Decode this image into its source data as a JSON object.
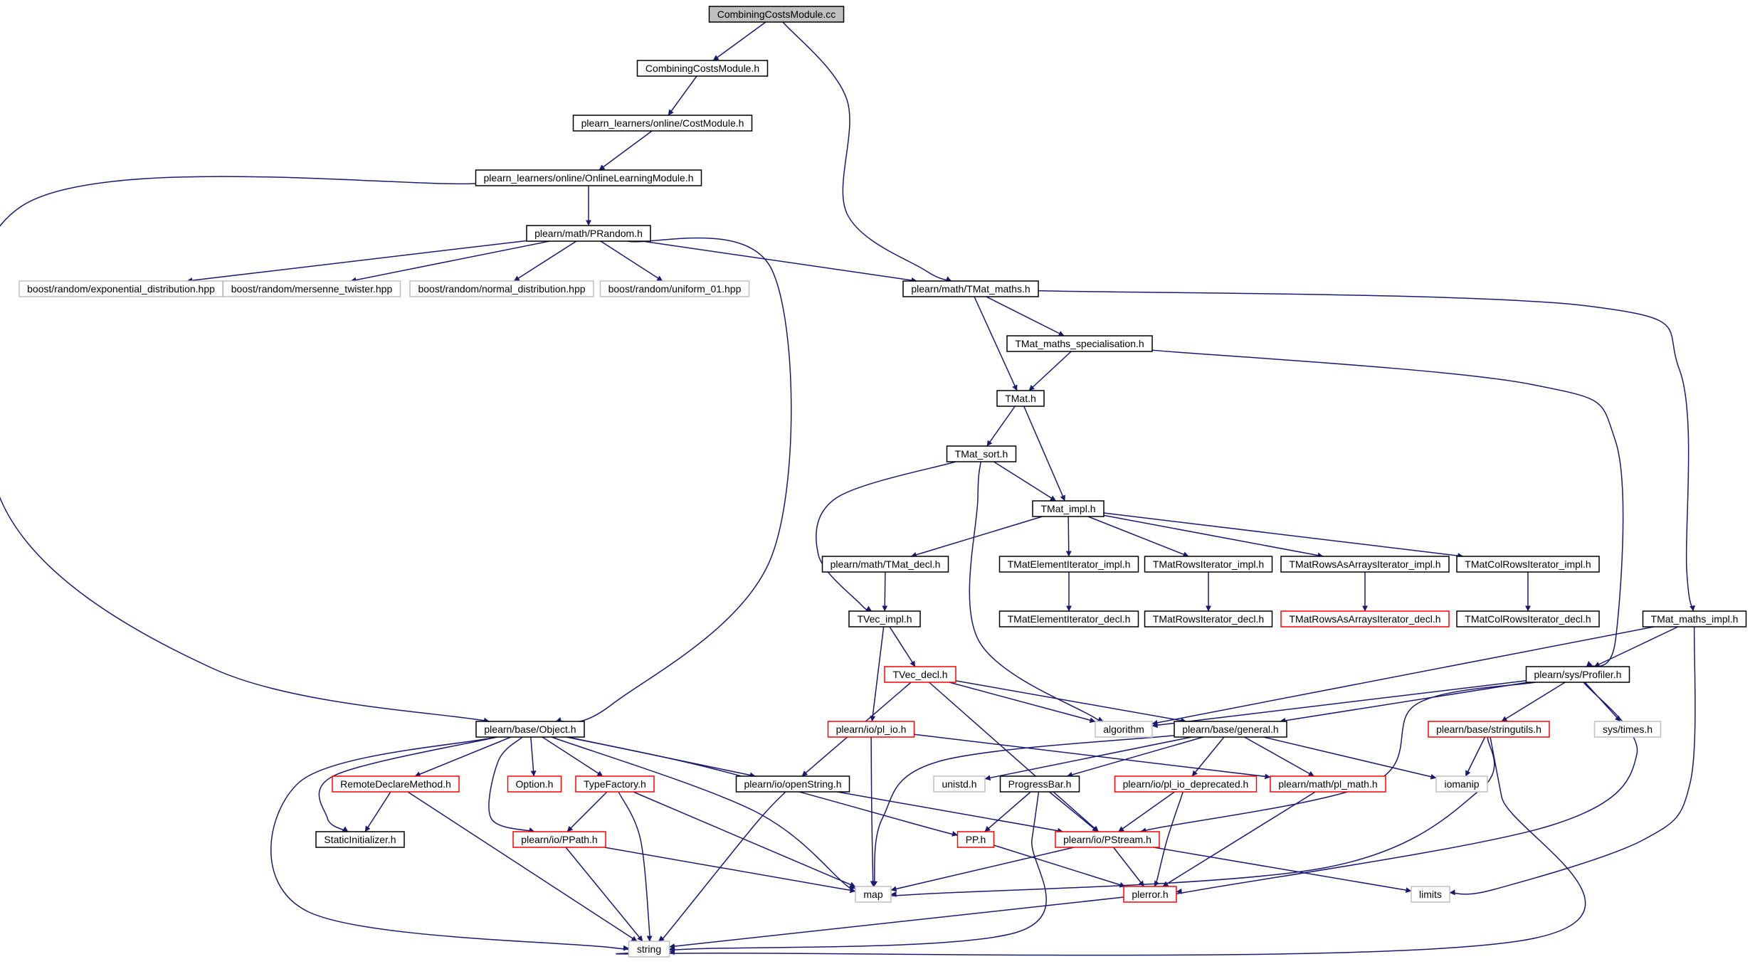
{
  "title": "CombiningCostsModule.cc",
  "colors": {
    "edge": "#191970",
    "border_normal": "#000000",
    "border_truncated": "#ff0000",
    "border_system": "#bfbfbf",
    "root_fill": "#bfbfbf",
    "node_fill": "#ffffff",
    "text": "#000000"
  },
  "nodes": {
    "CombiningCostsModule_cc": {
      "label": "CombiningCostsModule.cc",
      "style": "root"
    },
    "CombiningCostsModule_h": {
      "label": "CombiningCostsModule.h",
      "style": "normal"
    },
    "CostModule_h": {
      "label": "plearn_learners/online/CostModule.h",
      "style": "normal"
    },
    "OnlineLearningModule_h": {
      "label": "plearn_learners/online/OnlineLearningModule.h",
      "style": "normal"
    },
    "PRandom_h": {
      "label": "plearn/math/PRandom.h",
      "style": "normal"
    },
    "exponential_distribution_hpp": {
      "label": "boost/random/exponential_distribution.hpp",
      "style": "system"
    },
    "mersenne_twister_hpp": {
      "label": "boost/random/mersenne_twister.hpp",
      "style": "system"
    },
    "normal_distribution_hpp": {
      "label": "boost/random/normal_distribution.hpp",
      "style": "system"
    },
    "uniform_01_hpp": {
      "label": "boost/random/uniform_01.hpp",
      "style": "system"
    },
    "TMat_maths_h": {
      "label": "plearn/math/TMat_maths.h",
      "style": "normal"
    },
    "TMat_maths_specialisation_h": {
      "label": "TMat_maths_specialisation.h",
      "style": "normal"
    },
    "TMat_h": {
      "label": "TMat.h",
      "style": "normal"
    },
    "TMat_sort_h": {
      "label": "TMat_sort.h",
      "style": "normal"
    },
    "TMat_impl_h": {
      "label": "TMat_impl.h",
      "style": "normal"
    },
    "TMat_decl_h": {
      "label": "plearn/math/TMat_decl.h",
      "style": "normal"
    },
    "TMatElementIterator_impl_h": {
      "label": "TMatElementIterator_impl.h",
      "style": "normal"
    },
    "TMatRowsIterator_impl_h": {
      "label": "TMatRowsIterator_impl.h",
      "style": "normal"
    },
    "TMatRowsAsArraysIterator_impl_h": {
      "label": "TMatRowsAsArraysIterator_impl.h",
      "style": "normal"
    },
    "TMatColRowsIterator_impl_h": {
      "label": "TMatColRowsIterator_impl.h",
      "style": "normal"
    },
    "TVec_impl_h": {
      "label": "TVec_impl.h",
      "style": "normal"
    },
    "TMatElementIterator_decl_h": {
      "label": "TMatElementIterator_decl.h",
      "style": "normal"
    },
    "TMatRowsIterator_decl_h": {
      "label": "TMatRowsIterator_decl.h",
      "style": "normal"
    },
    "TMatRowsAsArraysIterator_decl_h": {
      "label": "TMatRowsAsArraysIterator_decl.h",
      "style": "truncated"
    },
    "TMatColRowsIterator_decl_h": {
      "label": "TMatColRowsIterator_decl.h",
      "style": "normal"
    },
    "TMat_maths_impl_h": {
      "label": "TMat_maths_impl.h",
      "style": "normal"
    },
    "TVec_decl_h": {
      "label": "TVec_decl.h",
      "style": "truncated"
    },
    "Profiler_h": {
      "label": "plearn/sys/Profiler.h",
      "style": "normal"
    },
    "Object_h": {
      "label": "plearn/base/Object.h",
      "style": "normal"
    },
    "pl_io_h": {
      "label": "plearn/io/pl_io.h",
      "style": "truncated"
    },
    "algorithm": {
      "label": "algorithm",
      "style": "system"
    },
    "general_h": {
      "label": "plearn/base/general.h",
      "style": "normal"
    },
    "stringutils_h": {
      "label": "plearn/base/stringutils.h",
      "style": "truncated"
    },
    "sys_times_h": {
      "label": "sys/times.h",
      "style": "system"
    },
    "RemoteDeclareMethod_h": {
      "label": "RemoteDeclareMethod.h",
      "style": "truncated"
    },
    "Option_h": {
      "label": "Option.h",
      "style": "truncated"
    },
    "TypeFactory_h": {
      "label": "TypeFactory.h",
      "style": "truncated"
    },
    "openString_h": {
      "label": "plearn/io/openString.h",
      "style": "normal"
    },
    "unistd_h": {
      "label": "unistd.h",
      "style": "system"
    },
    "ProgressBar_h": {
      "label": "ProgressBar.h",
      "style": "normal"
    },
    "pl_io_deprecated_h": {
      "label": "plearn/io/pl_io_deprecated.h",
      "style": "truncated"
    },
    "pl_math_h": {
      "label": "plearn/math/pl_math.h",
      "style": "truncated"
    },
    "iomanip": {
      "label": "iomanip",
      "style": "system"
    },
    "StaticInitializer_h": {
      "label": "StaticInitializer.h",
      "style": "normal"
    },
    "PPath_h": {
      "label": "plearn/io/PPath.h",
      "style": "truncated"
    },
    "PP_h": {
      "label": "PP.h",
      "style": "truncated"
    },
    "PStream_h": {
      "label": "plearn/io/PStream.h",
      "style": "truncated"
    },
    "map": {
      "label": "map",
      "style": "system"
    },
    "limits": {
      "label": "limits",
      "style": "system"
    },
    "plerror_h": {
      "label": "plerror.h",
      "style": "truncated"
    },
    "string": {
      "label": "string",
      "style": "system"
    }
  },
  "edges": [
    [
      "CombiningCostsModule_cc",
      "CombiningCostsModule_h"
    ],
    [
      "CombiningCostsModule_cc",
      "TMat_maths_h"
    ],
    [
      "CombiningCostsModule_h",
      "CostModule_h"
    ],
    [
      "CostModule_h",
      "OnlineLearningModule_h"
    ],
    [
      "OnlineLearningModule_h",
      "PRandom_h"
    ],
    [
      "OnlineLearningModule_h",
      "Object_h"
    ],
    [
      "PRandom_h",
      "exponential_distribution_hpp"
    ],
    [
      "PRandom_h",
      "mersenne_twister_hpp"
    ],
    [
      "PRandom_h",
      "normal_distribution_hpp"
    ],
    [
      "PRandom_h",
      "uniform_01_hpp"
    ],
    [
      "PRandom_h",
      "TMat_maths_h"
    ],
    [
      "PRandom_h",
      "Object_h"
    ],
    [
      "TMat_maths_h",
      "TMat_maths_specialisation_h"
    ],
    [
      "TMat_maths_h",
      "TMat_h"
    ],
    [
      "TMat_maths_h",
      "TMat_maths_impl_h"
    ],
    [
      "TMat_maths_specialisation_h",
      "TMat_h"
    ],
    [
      "TMat_maths_specialisation_h",
      "Profiler_h"
    ],
    [
      "TMat_h",
      "TMat_sort_h"
    ],
    [
      "TMat_h",
      "TMat_impl_h"
    ],
    [
      "TMat_sort_h",
      "TMat_impl_h"
    ],
    [
      "TMat_sort_h",
      "TVec_impl_h"
    ],
    [
      "TMat_sort_h",
      "algorithm"
    ],
    [
      "TMat_impl_h",
      "TMat_decl_h"
    ],
    [
      "TMat_impl_h",
      "TMatElementIterator_impl_h"
    ],
    [
      "TMat_impl_h",
      "TMatRowsIterator_impl_h"
    ],
    [
      "TMat_impl_h",
      "TMatRowsAsArraysIterator_impl_h"
    ],
    [
      "TMat_impl_h",
      "TMatColRowsIterator_impl_h"
    ],
    [
      "TMat_decl_h",
      "TVec_impl_h"
    ],
    [
      "TMatElementIterator_impl_h",
      "TMatElementIterator_decl_h"
    ],
    [
      "TMatRowsIterator_impl_h",
      "TMatRowsIterator_decl_h"
    ],
    [
      "TMatRowsAsArraysIterator_impl_h",
      "TMatRowsAsArraysIterator_decl_h"
    ],
    [
      "TMatColRowsIterator_impl_h",
      "TMatColRowsIterator_decl_h"
    ],
    [
      "TVec_impl_h",
      "TVec_decl_h"
    ],
    [
      "TVec_impl_h",
      "pl_io_h"
    ],
    [
      "TMat_maths_impl_h",
      "Profiler_h"
    ],
    [
      "TMat_maths_impl_h",
      "algorithm"
    ],
    [
      "TMat_maths_impl_h",
      "limits"
    ],
    [
      "TVec_decl_h",
      "algorithm"
    ],
    [
      "TVec_decl_h",
      "general_h"
    ],
    [
      "TVec_decl_h",
      "openString_h"
    ],
    [
      "TVec_decl_h",
      "PStream_h"
    ],
    [
      "Profiler_h",
      "algorithm"
    ],
    [
      "Profiler_h",
      "general_h"
    ],
    [
      "Profiler_h",
      "stringutils_h"
    ],
    [
      "Profiler_h",
      "sys_times_h"
    ],
    [
      "Profiler_h",
      "PStream_h"
    ],
    [
      "Profiler_h",
      "plerror_h"
    ],
    [
      "Object_h",
      "RemoteDeclareMethod_h"
    ],
    [
      "Object_h",
      "Option_h"
    ],
    [
      "Object_h",
      "TypeFactory_h"
    ],
    [
      "Object_h",
      "openString_h"
    ],
    [
      "Object_h",
      "StaticInitializer_h"
    ],
    [
      "Object_h",
      "PPath_h"
    ],
    [
      "Object_h",
      "PP_h"
    ],
    [
      "Object_h",
      "map"
    ],
    [
      "Object_h",
      "string"
    ],
    [
      "pl_io_h",
      "pl_math_h"
    ],
    [
      "pl_io_h",
      "map"
    ],
    [
      "general_h",
      "unistd_h"
    ],
    [
      "general_h",
      "ProgressBar_h"
    ],
    [
      "general_h",
      "pl_io_deprecated_h"
    ],
    [
      "general_h",
      "pl_math_h"
    ],
    [
      "general_h",
      "iomanip"
    ],
    [
      "general_h",
      "map"
    ],
    [
      "stringutils_h",
      "iomanip"
    ],
    [
      "stringutils_h",
      "map"
    ],
    [
      "stringutils_h",
      "string"
    ],
    [
      "RemoteDeclareMethod_h",
      "StaticInitializer_h"
    ],
    [
      "RemoteDeclareMethod_h",
      "string"
    ],
    [
      "TypeFactory_h",
      "PPath_h"
    ],
    [
      "TypeFactory_h",
      "map"
    ],
    [
      "TypeFactory_h",
      "string"
    ],
    [
      "openString_h",
      "PStream_h"
    ],
    [
      "openString_h",
      "string"
    ],
    [
      "ProgressBar_h",
      "PP_h"
    ],
    [
      "ProgressBar_h",
      "PStream_h"
    ],
    [
      "ProgressBar_h",
      "string"
    ],
    [
      "pl_io_deprecated_h",
      "PStream_h"
    ],
    [
      "pl_io_deprecated_h",
      "plerror_h"
    ],
    [
      "pl_math_h",
      "plerror_h"
    ],
    [
      "PPath_h",
      "map"
    ],
    [
      "PPath_h",
      "string"
    ],
    [
      "PP_h",
      "plerror_h"
    ],
    [
      "PStream_h",
      "map"
    ],
    [
      "PStream_h",
      "limits"
    ],
    [
      "PStream_h",
      "plerror_h"
    ],
    [
      "plerror_h",
      "string"
    ]
  ]
}
